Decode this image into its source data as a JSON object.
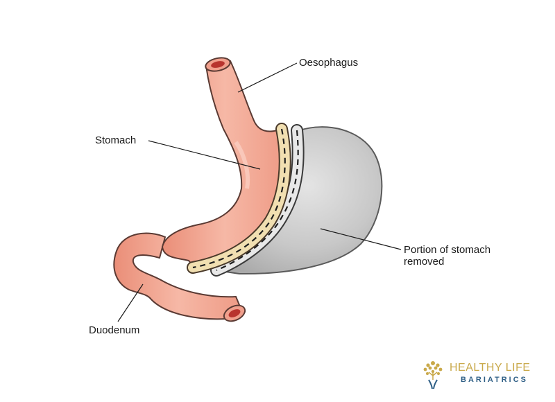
{
  "labels": {
    "oesophagus": "Oesophagus",
    "stomach": "Stomach",
    "removed_line1": "Portion of stomach",
    "removed_line2": "removed",
    "duodenum": "Duodenum"
  },
  "logo": {
    "line1": "HEALTHY LIFE",
    "line2": "BARIATRICS",
    "icon": "tree-figure-icon"
  },
  "colors": {
    "stomach": "#f2a38e",
    "removed": "#c6c6c6",
    "staple_band": "#f1dfb1",
    "logo_gold": "#c9a94a",
    "logo_blue": "#2f5f86"
  }
}
